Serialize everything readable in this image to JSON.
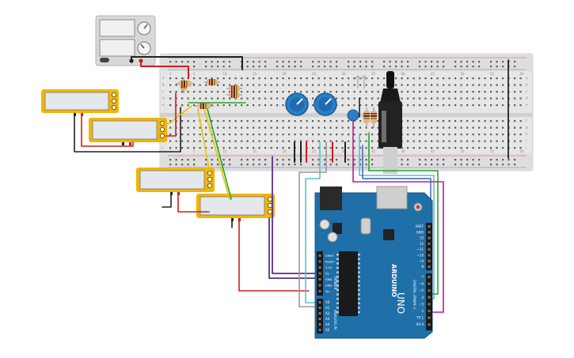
{
  "arduino": {
    "brand": "ARDUINO",
    "model": "UNO",
    "digital_header": [
      "AREF",
      "GND",
      "13",
      "12",
      "~11",
      "~10",
      "~9",
      "8",
      "7",
      "~6",
      "~5",
      "4",
      "~3",
      "2",
      "TX 1",
      "RX 0"
    ],
    "power_header": [
      "IOREF",
      "RESET",
      "3.3V",
      "5V",
      "GND",
      "GND",
      "Vin"
    ],
    "analog_header": [
      "A0",
      "A1",
      "A2",
      "A3",
      "A4",
      "A5"
    ],
    "labels": {
      "digital": "DIGITAL (PWM~)",
      "power": "POWER",
      "analog": "ANALOG IN"
    }
  },
  "breadboard": {
    "column_numbers": [
      "1",
      "5",
      "10",
      "15",
      "20",
      "25",
      "30",
      "35",
      "40",
      "45",
      "50",
      "55",
      "60"
    ],
    "row_letters": [
      "a",
      "b",
      "c",
      "d",
      "e",
      "f",
      "g",
      "h",
      "i",
      "j"
    ]
  },
  "multimeters": {
    "count": 4
  },
  "power_supply": {
    "channels": 2
  },
  "colors": {
    "arduino_board": "#1f6fa8",
    "breadboard": "#e8e8e8",
    "multimeter_frame": "#f3b400",
    "wire_red": "#cc1f1f",
    "wire_black": "#222222",
    "wire_green": "#2aa32a",
    "wire_yellow": "#e2c400",
    "wire_purple": "#5b2f8a",
    "wire_magenta": "#c7169c",
    "wire_cyan": "#57c2c9",
    "wire_gray": "#9a9a9a",
    "potentiometer": "#2a7fc4"
  }
}
